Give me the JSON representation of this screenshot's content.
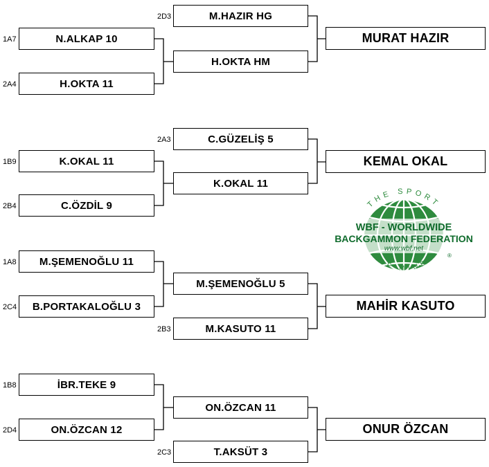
{
  "colors": {
    "line": "#000000",
    "logo_green": "#2e8b3e",
    "logo_text": "#0f6b2c"
  },
  "round1": [
    {
      "seed": "1A7",
      "label": "N.ALKAP  10"
    },
    {
      "seed": "2A4",
      "label": "H.OKTA  11"
    },
    {
      "seed": "1B9",
      "label": "K.OKAL  11"
    },
    {
      "seed": "2B4",
      "label": "C.ÖZDİL  9"
    },
    {
      "seed": "1A8",
      "label": "M.ŞEMENOĞLU  11"
    },
    {
      "seed": "2C4",
      "label": "B.PORTAKALOĞLU 3"
    },
    {
      "seed": "1B8",
      "label": "İBR.TEKE  9"
    },
    {
      "seed": "2D4",
      "label": "ON.ÖZCAN  12"
    }
  ],
  "round2": [
    {
      "seed": "2D3",
      "label": "M.HAZIR  HG"
    },
    {
      "seed": "",
      "label": "H.OKTA  HM"
    },
    {
      "seed": "2A3",
      "label": "C.GÜZELİŞ  5"
    },
    {
      "seed": "",
      "label": "K.OKAL  11"
    },
    {
      "seed": "",
      "label": "M.ŞEMENOĞLU  5"
    },
    {
      "seed": "2B3",
      "label": "M.KASUTO  11"
    },
    {
      "seed": "",
      "label": "ON.ÖZCAN  11"
    },
    {
      "seed": "2C3",
      "label": "T.AKSÜT  3"
    }
  ],
  "finals": [
    {
      "label": "MURAT HAZIR"
    },
    {
      "label": "KEMAL OKAL"
    },
    {
      "label": "MAHİR KASUTO"
    },
    {
      "label": "ONUR ÖZCAN"
    }
  ],
  "logo": {
    "top_text": "THE SPORT",
    "line1": "WBF - WORLDWIDE",
    "line2": "BACKGAMMON FEDERATION",
    "url": "www.wbf.net",
    "bottom_text": "OF MIND",
    "registered": "®"
  }
}
